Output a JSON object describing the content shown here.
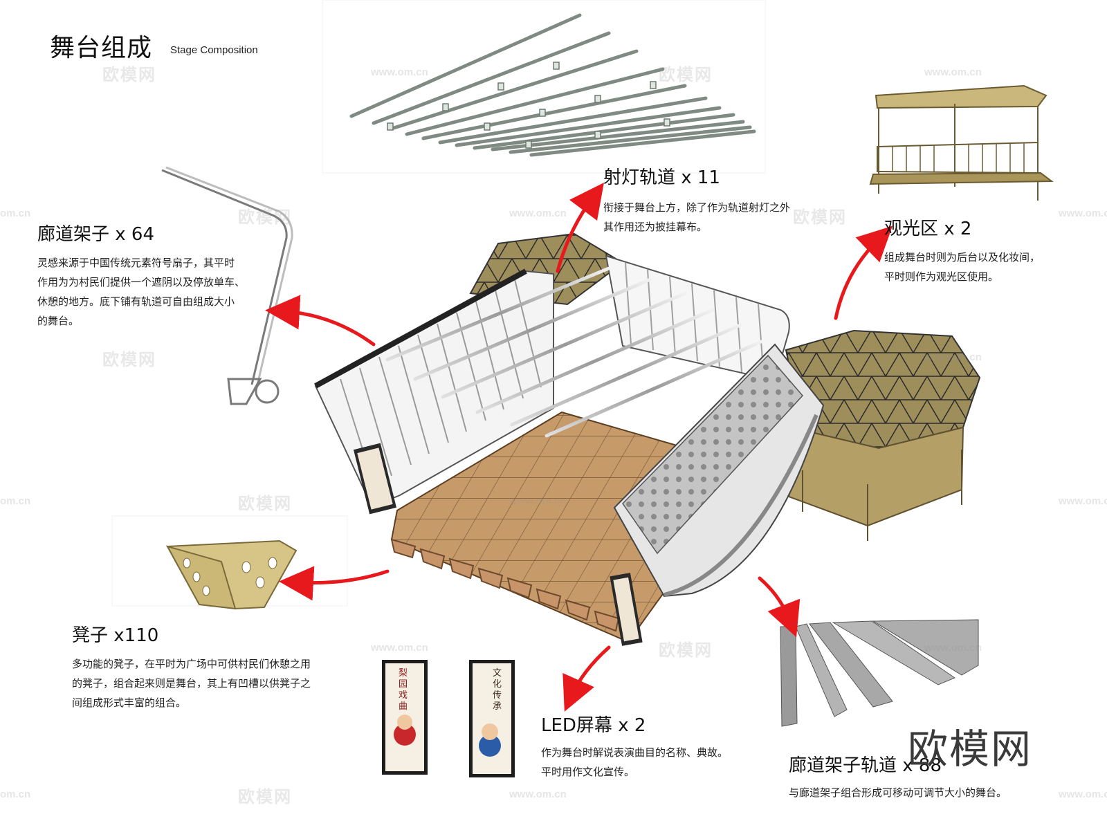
{
  "header": {
    "title": "舞台组成",
    "subtitle": "Stage Composition"
  },
  "components": [
    {
      "id": "spotlight-track",
      "label": "射灯轨道 x 11",
      "desc": [
        "衔接于舞台上方，除了作为轨道射灯之外",
        "其作用还为披挂幕布。"
      ]
    },
    {
      "id": "corridor-frame",
      "label": "廊道架子 x 64",
      "desc": [
        "灵感来源于中国传统元素符号扇子，其平时",
        "作用为为村民们提供一个遮阴以及停放单车、",
        "休憩的地方。底下铺有轨道可自由组成大小",
        "的舞台。"
      ]
    },
    {
      "id": "viewing-area",
      "label": "观光区 x 2",
      "desc": [
        "组成舞台时则为后台以及化妆间，",
        "平时则作为观光区使用。"
      ]
    },
    {
      "id": "stool",
      "label": "凳子 x110",
      "desc": [
        "多功能的凳子，在平时为广场中可供村民们休憩之用",
        "的凳子，组合起来则是舞台，其上有凹槽以供凳子之",
        "间组成形式丰富的组合。"
      ]
    },
    {
      "id": "led-screen",
      "label": "LED屏幕 x 2",
      "desc": [
        "作为舞台时解说表演曲目的名称、典故。",
        "平时用作文化宣传。"
      ]
    },
    {
      "id": "corridor-track",
      "label": "廊道架子轨道 x 88",
      "desc": [
        "与廊道架子组合形成可移动可调节大小的舞台。"
      ]
    }
  ],
  "led_posters": [
    {
      "text": "梨园戏曲"
    },
    {
      "text": "文化传承"
    }
  ],
  "watermark": {
    "text": "欧模网",
    "url": "www.om.cn",
    "url_short": "om.cn"
  },
  "brand": "欧模网",
  "colors": {
    "arrow": "#e8191c",
    "floor": "#c79a6a",
    "glass": "#5fc6c9",
    "frame": "#d8d8d8",
    "wood": "#b9a56a"
  }
}
